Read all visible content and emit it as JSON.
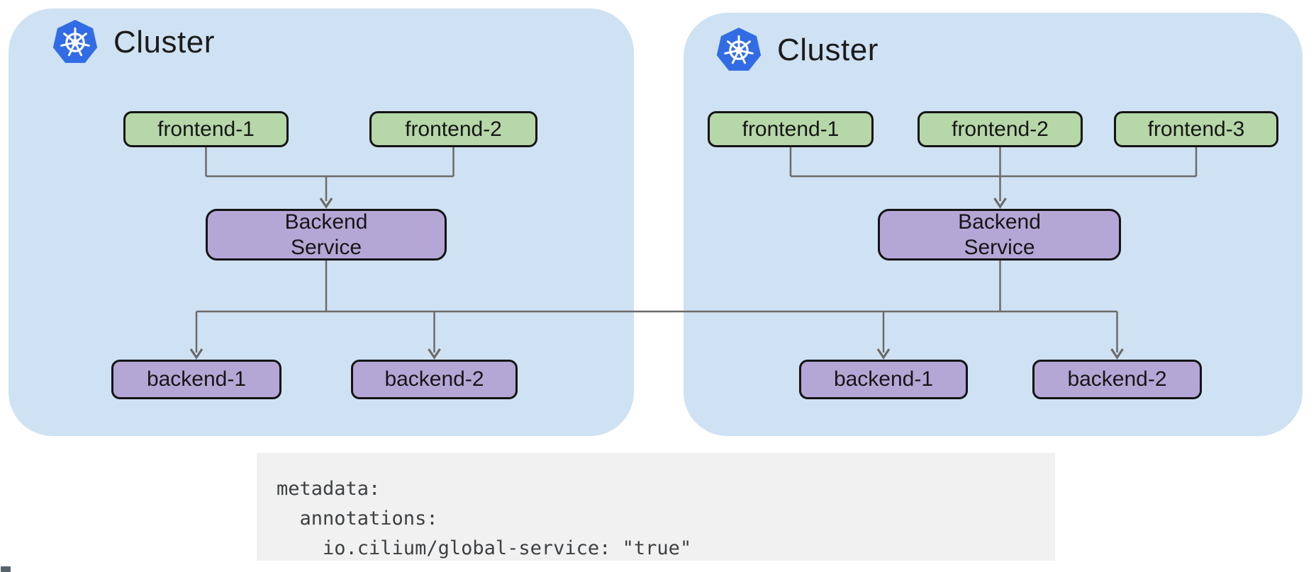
{
  "diagram": {
    "clusters": [
      {
        "label": "Cluster",
        "frontends": [
          "frontend-1",
          "frontend-2"
        ],
        "service_line1": "Backend",
        "service_line2": "Service",
        "backends": [
          "backend-1",
          "backend-2"
        ]
      },
      {
        "label": "Cluster",
        "frontends": [
          "frontend-1",
          "frontend-2",
          "frontend-3"
        ],
        "service_line1": "Backend",
        "service_line2": "Service",
        "backends": [
          "backend-1",
          "backend-2"
        ]
      }
    ],
    "code_block": {
      "line1": "metadata:",
      "line2": "  annotations:",
      "line3": "    io.cilium/global-service: \"true\""
    },
    "colors": {
      "cluster_bg": "#cfe2f3",
      "frontend_fill": "#b6d7a8",
      "backend_fill": "#b4a7d6",
      "node_border": "#141414",
      "connector_line": "#6b6b6b",
      "k8s_blue": "#326ce5",
      "code_bg": "#f1f1f1",
      "code_text": "#3d4043"
    }
  }
}
